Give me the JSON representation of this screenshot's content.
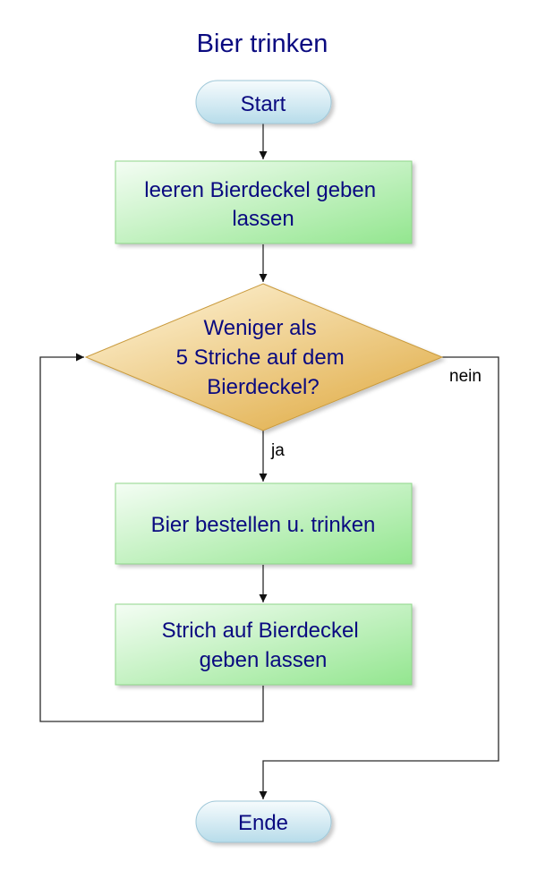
{
  "diagram": {
    "title": "Bier trinken",
    "start": "Start",
    "step1": [
      "leeren Bierdeckel geben",
      "lassen"
    ],
    "decision": [
      "Weniger als",
      "5 Striche auf dem",
      "Bierdeckel?"
    ],
    "yes_label": "ja",
    "no_label": "nein",
    "step2": "Bier bestellen u. trinken",
    "step3": [
      "Strich auf Bierdeckel",
      "geben lassen"
    ],
    "end": "Ende"
  },
  "colors": {
    "title_text": "#0a0a80",
    "node_text": "#0a0a80",
    "process_fill_light": "#f4fdf4",
    "process_fill_dark": "#93e68f",
    "decision_fill_light": "#fff6dd",
    "decision_fill_dark": "#e1ae4a",
    "terminal_fill_light": "#f6fbfd",
    "terminal_fill_dark": "#b7dcea",
    "connector": "#2a2a2a"
  }
}
